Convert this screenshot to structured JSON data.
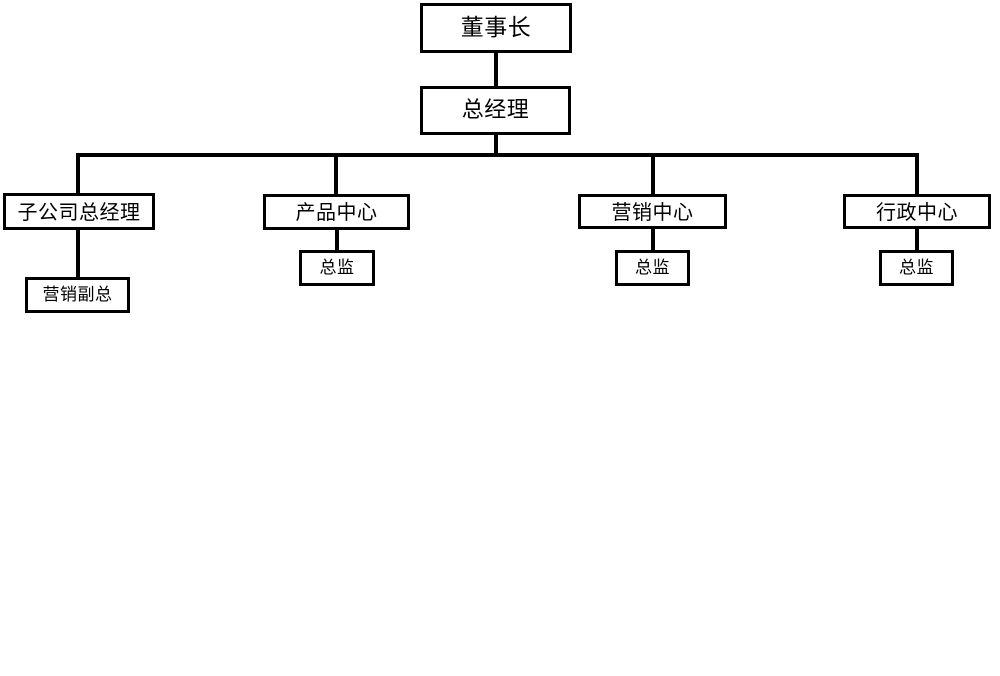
{
  "diagram": {
    "type": "org-chart",
    "orientation": "top-down",
    "background_color": "#ffffff",
    "line_color": "#000000",
    "box_fill_color": "#ffffff",
    "box_border_color": "#000000"
  },
  "nodes": {
    "chairman": {
      "label": "董事长",
      "level": 1
    },
    "general_manager": {
      "label": "总经理",
      "level": 2
    },
    "subsidiary_general_manager": {
      "label": "子公司总经理",
      "level": 3
    },
    "product_center": {
      "label": "产品中心",
      "level": 3
    },
    "marketing_center": {
      "label": "营销中心",
      "level": 3
    },
    "admin_center": {
      "label": "行政中心",
      "level": 3
    },
    "marketing_vp": {
      "label": "营销副总",
      "level": 4
    },
    "director_product": {
      "label": "总监",
      "level": 4
    },
    "director_marketing": {
      "label": "总监",
      "level": 4
    },
    "director_admin": {
      "label": "总监",
      "level": 4
    }
  },
  "hierarchy": [
    {
      "parent": "chairman",
      "child": "general_manager"
    },
    {
      "parent": "general_manager",
      "child": "subsidiary_general_manager"
    },
    {
      "parent": "general_manager",
      "child": "product_center"
    },
    {
      "parent": "general_manager",
      "child": "marketing_center"
    },
    {
      "parent": "general_manager",
      "child": "admin_center"
    },
    {
      "parent": "subsidiary_general_manager",
      "child": "marketing_vp"
    },
    {
      "parent": "product_center",
      "child": "director_product"
    },
    {
      "parent": "marketing_center",
      "child": "director_marketing"
    },
    {
      "parent": "admin_center",
      "child": "director_admin"
    }
  ]
}
